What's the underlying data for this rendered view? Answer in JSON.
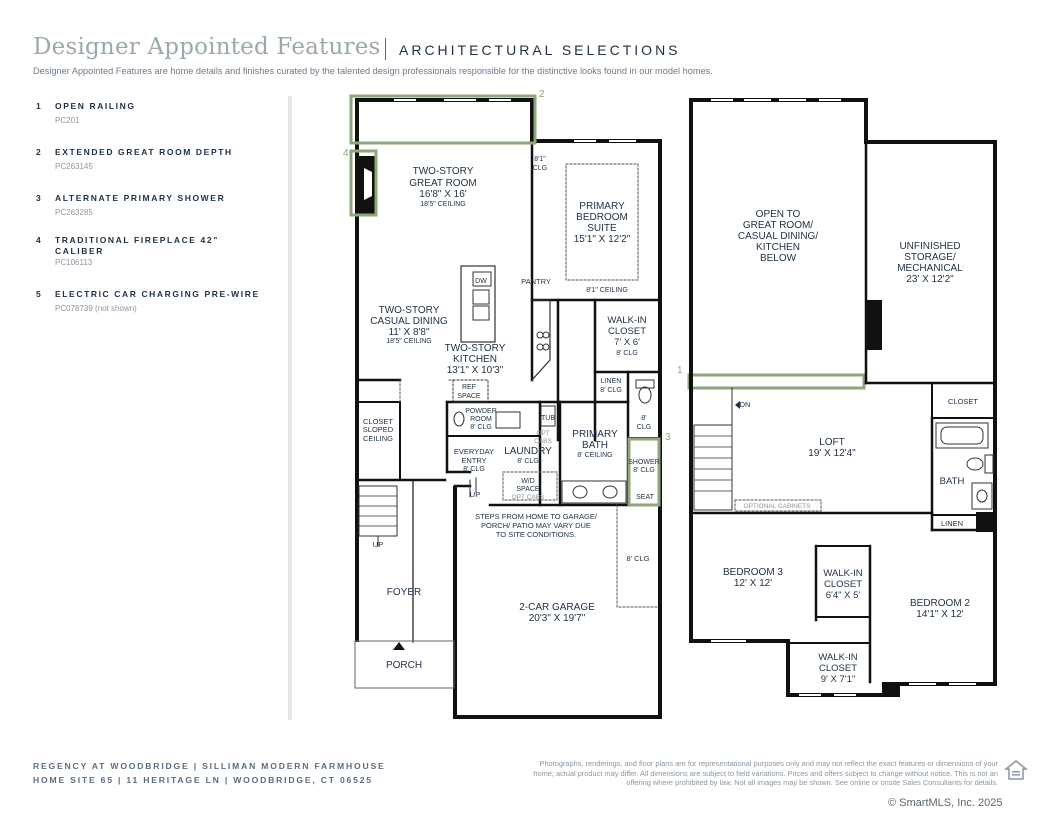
{
  "header": {
    "title": "Designer Appointed Features",
    "subtitle": "ARCHITECTURAL SELECTIONS",
    "description": "Designer Appointed Features are home details and finishes curated by the talented design professionals responsible for the distinctive looks found in our model homes."
  },
  "features": [
    {
      "num": "1",
      "name": "OPEN RAILING",
      "code": "PC201"
    },
    {
      "num": "2",
      "name": "EXTENDED GREAT ROOM DEPTH",
      "code": "PC263145"
    },
    {
      "num": "3",
      "name": "ALTERNATE PRIMARY SHOWER",
      "code": "PC263285"
    },
    {
      "num": "4",
      "name": "TRADITIONAL FIREPLACE 42\" CALIBER",
      "code": "PC106113"
    },
    {
      "num": "5",
      "name": "ELECTRIC CAR CHARGING PRE-WIRE",
      "code": "PC078739 (not shown)"
    }
  ],
  "plan": {
    "markers": {
      "m1": "1",
      "m2": "2",
      "m3": "3",
      "m4": "4"
    },
    "first_floor": {
      "great_room": {
        "l1": "TWO-STORY",
        "l2": "GREAT ROOM",
        "l3": "16'8\" X 16'",
        "l4": "18'5\" CEILING"
      },
      "clg_8": {
        "l1": "8'1\"",
        "l2": "CLG"
      },
      "primary_suite": {
        "l1": "PRIMARY",
        "l2": "BEDROOM",
        "l3": "SUITE",
        "l4": "15'1\" X 12'2\"",
        "l5": "8'1\" CEILING"
      },
      "dw": "DW",
      "pantry": "PANTRY",
      "casual_dining": {
        "l1": "TWO-STORY",
        "l2": "CASUAL DINING",
        "l3": "11' X 8'8\"",
        "l4": "18'5\" CEILING"
      },
      "walkin": {
        "l1": "WALK-IN",
        "l2": "CLOSET",
        "l3": "7' X 6'",
        "l4": "8' CLG"
      },
      "kitchen": {
        "l1": "TWO-STORY",
        "l2": "KITCHEN",
        "l3": "13'1\" X 10'3\""
      },
      "linen": {
        "l1": "LINEN",
        "l2": "8' CLG"
      },
      "ref": {
        "l1": "REF",
        "l2": "SPACE"
      },
      "powder": {
        "l1": "POWDER",
        "l2": "ROOM",
        "l3": "8' CLG"
      },
      "tub": "TUB",
      "opt_cabs": {
        "l1": "OPT",
        "l2": "CABS"
      },
      "primary_bath": {
        "l1": "PRIMARY",
        "l2": "BATH",
        "l3": "8' CEILING"
      },
      "clg8b": {
        "l1": "8'",
        "l2": "CLG"
      },
      "shower": {
        "l1": "SHOWER",
        "l2": "8' CLG"
      },
      "seat": "SEAT",
      "closet_sloped": {
        "l1": "CLOSET",
        "l2": "SLOPED",
        "l3": "CEILING"
      },
      "entry": {
        "l1": "EVERYDAY",
        "l2": "ENTRY",
        "l3": "8' CLG"
      },
      "laundry": {
        "l1": "LAUNDRY",
        "l2": "8' CLG"
      },
      "wd": {
        "l1": "W/D",
        "l2": "SPACE",
        "l3": "OPT CABS"
      },
      "up1": "UP",
      "up2": "UP",
      "steps_note": {
        "l1": "STEPS FROM HOME TO GARAGE/",
        "l2": "PORCH/ PATIO MAY VARY DUE",
        "l3": "TO SITE CONDITIONS."
      },
      "garage_clg": "8' CLG",
      "foyer": "FOYER",
      "garage": {
        "l1": "2-CAR GARAGE",
        "l2": "20'3\" X 19'7\""
      },
      "porch": "PORCH"
    },
    "second_floor": {
      "open_to": {
        "l1": "OPEN TO",
        "l2": "GREAT ROOM/",
        "l3": "CASUAL DINING/",
        "l4": "KITCHEN",
        "l5": "BELOW"
      },
      "storage": {
        "l1": "UNFINISHED",
        "l2": "STORAGE/",
        "l3": "MECHANICAL",
        "l4": "23' X 12'2\""
      },
      "dn": "DN",
      "closet": "CLOSET",
      "loft": {
        "l1": "LOFT",
        "l2": "19' X 12'4\""
      },
      "bath": "BATH",
      "optional_cabinets": "OPTIONAL CABINETS",
      "linen": "LINEN",
      "bedroom3": {
        "l1": "BEDROOM 3",
        "l2": "12' X 12'"
      },
      "walkin1": {
        "l1": "WALK-IN",
        "l2": "CLOSET",
        "l3": "6'4\" X 5'"
      },
      "bedroom2": {
        "l1": "BEDROOM 2",
        "l2": "14'1\" X 12'"
      },
      "walkin2": {
        "l1": "WALK-IN",
        "l2": "CLOSET",
        "l3": "9' X 7'1\""
      }
    }
  },
  "footer": {
    "line1": "REGENCY AT WOODBRIDGE  |  SILLIMAN MODERN FARMHOUSE",
    "line2": "HOME SITE 65  |  11 HERITAGE LN  |  WOODBRIDGE, CT 06525",
    "disclaimer": "Photographs, renderings, and floor plans are for representational purposes only and may not reflect the exact features or dimensions of your home; actual product may differ. All dimensions are subject to field variations. Prices and offers subject to change without notice. This is not an offering where prohibited by law. Not all images may be shown. See online or onsite Sales Consultants for details.",
    "copyright": "© SmartMLS, Inc.  2025"
  },
  "colors": {
    "navy": "#1f2f44",
    "highlight": "#8fa67a",
    "muted_title": "#9aa9ae"
  }
}
